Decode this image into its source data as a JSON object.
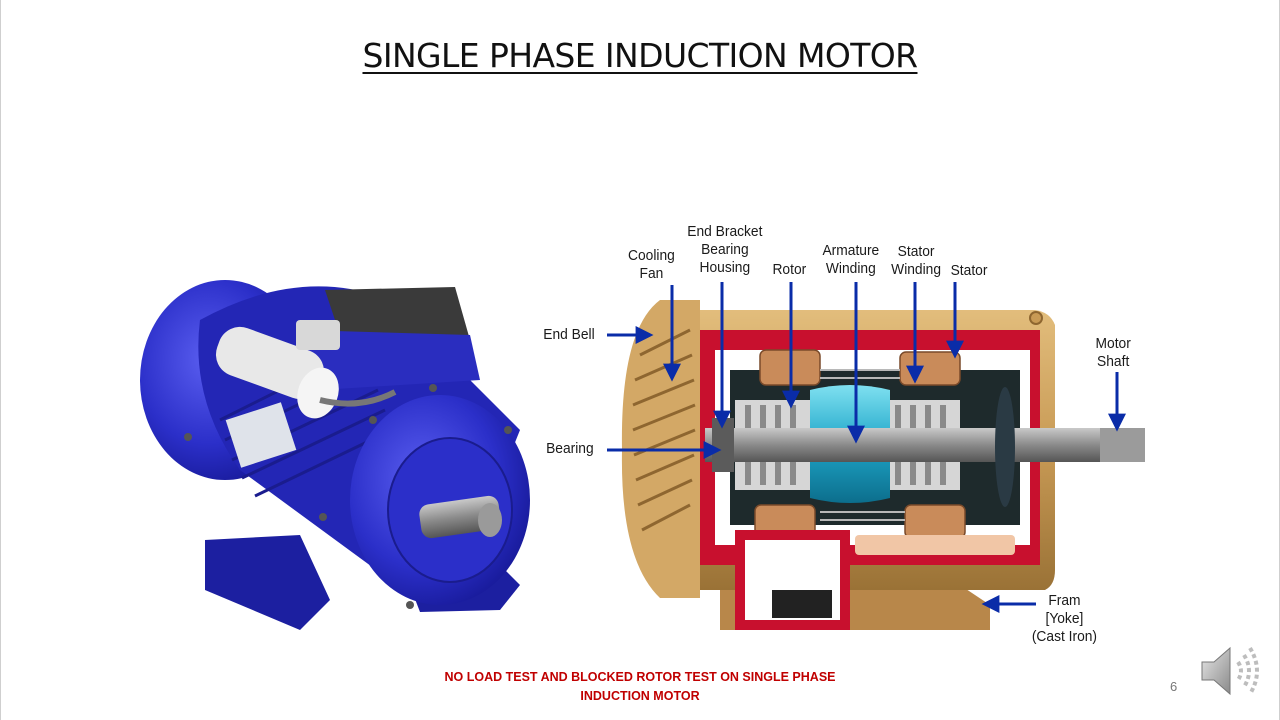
{
  "slide": {
    "title": "SINGLE PHASE INDUCTION MOTOR",
    "footer_line1": "NO LOAD TEST  AND BLOCKED ROTOR TEST ON SINGLE PHASE",
    "footer_line2": "INDUCTION MOTOR",
    "page_number": "6"
  },
  "diagram": {
    "labels": {
      "cooling_fan": [
        "Cooling",
        "Fan"
      ],
      "end_bracket": [
        "End Bracket",
        "Bearing",
        "Housing"
      ],
      "rotor": "Rotor",
      "armature_winding": [
        "Armature",
        "Winding"
      ],
      "stator_winding": [
        "Stator",
        "Winding"
      ],
      "stator": "Stator",
      "end_bell": "End Bell",
      "bearing": "Bearing",
      "motor_shaft": [
        "Motor",
        "Shaft"
      ],
      "frame": [
        "Fram",
        "[Yoke]",
        "(Cast Iron)"
      ]
    },
    "colors": {
      "motor_blue": "#2b2fc9",
      "housing_gold": "#c89a55",
      "cutaway_red": "#c8102e",
      "core_cyan": "#1fa6c9",
      "arrow_blue": "#0a2ca8",
      "footer_red": "#c00000"
    }
  },
  "icons": {
    "speaker": "speaker-icon"
  }
}
